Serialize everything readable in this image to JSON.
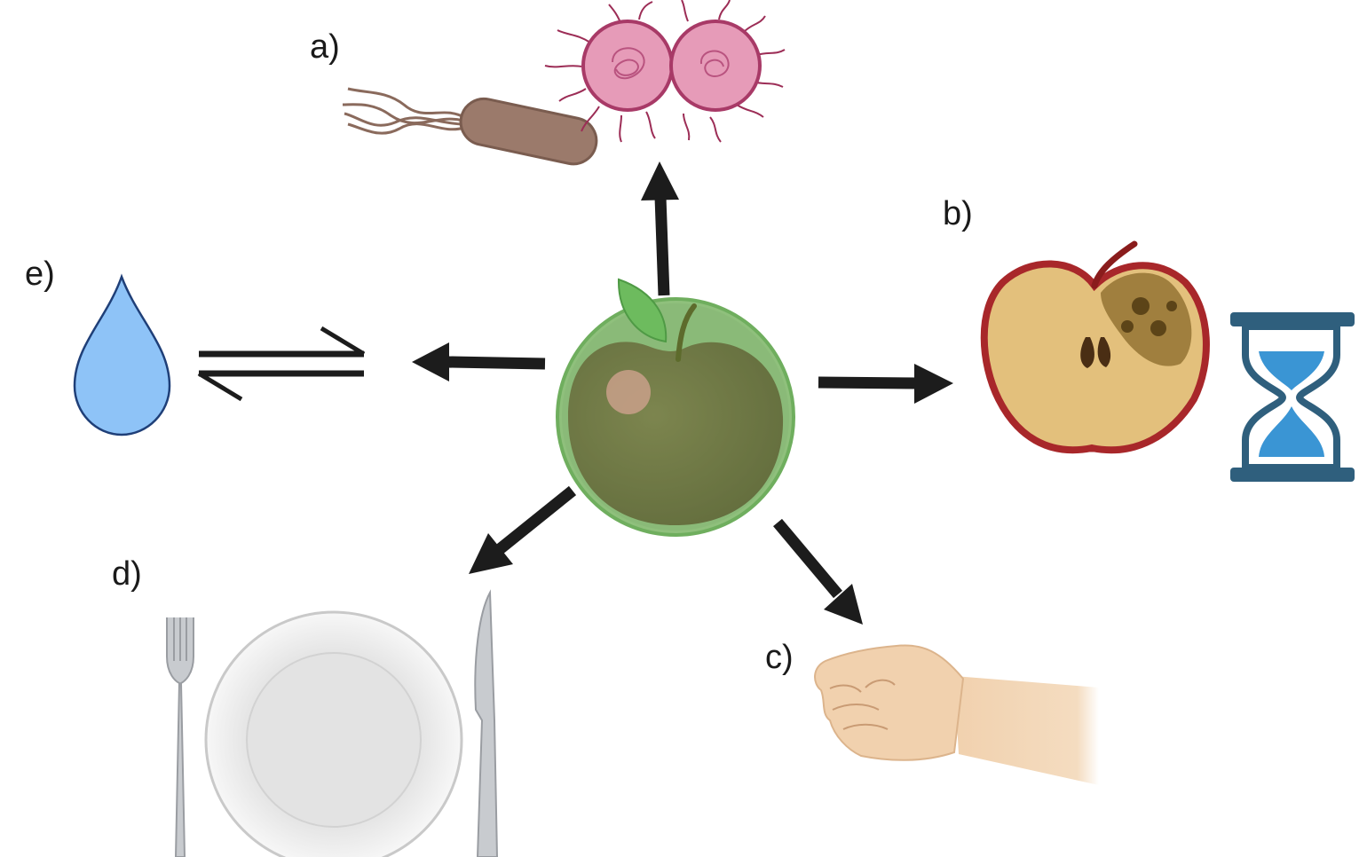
{
  "labels": {
    "a": "a)",
    "b": "b)",
    "c": "c)",
    "d": "d)",
    "e": "e)"
  },
  "icons": {
    "center": "coated-apple-icon",
    "a": [
      "rod-bacterium-icon",
      "dividing-coccus-icon"
    ],
    "b": [
      "rotten-apple-half-icon",
      "hourglass-icon"
    ],
    "c": "hand-icon",
    "d": [
      "fork-icon",
      "plate-icon",
      "knife-icon"
    ],
    "e": [
      "water-drop-icon",
      "equilibrium-arrows-icon"
    ]
  },
  "colors": {
    "arrow": "#1c1c1c",
    "coating": "#6fae5e",
    "apple": "#6b6a3a",
    "bacterium_rod": "#9b7a6b",
    "coccus": "#e69bb8",
    "drop": "#8ec3f7",
    "hourglass": "#2f5f7d",
    "hourglass_sand": "#3a95d4",
    "rotten_flesh": "#e3c07c",
    "rotten_skin": "#a8272a",
    "skin_tone": "#f1d1ae",
    "plate": "#e3e3e3",
    "cutlery": "#b9bcc0"
  }
}
